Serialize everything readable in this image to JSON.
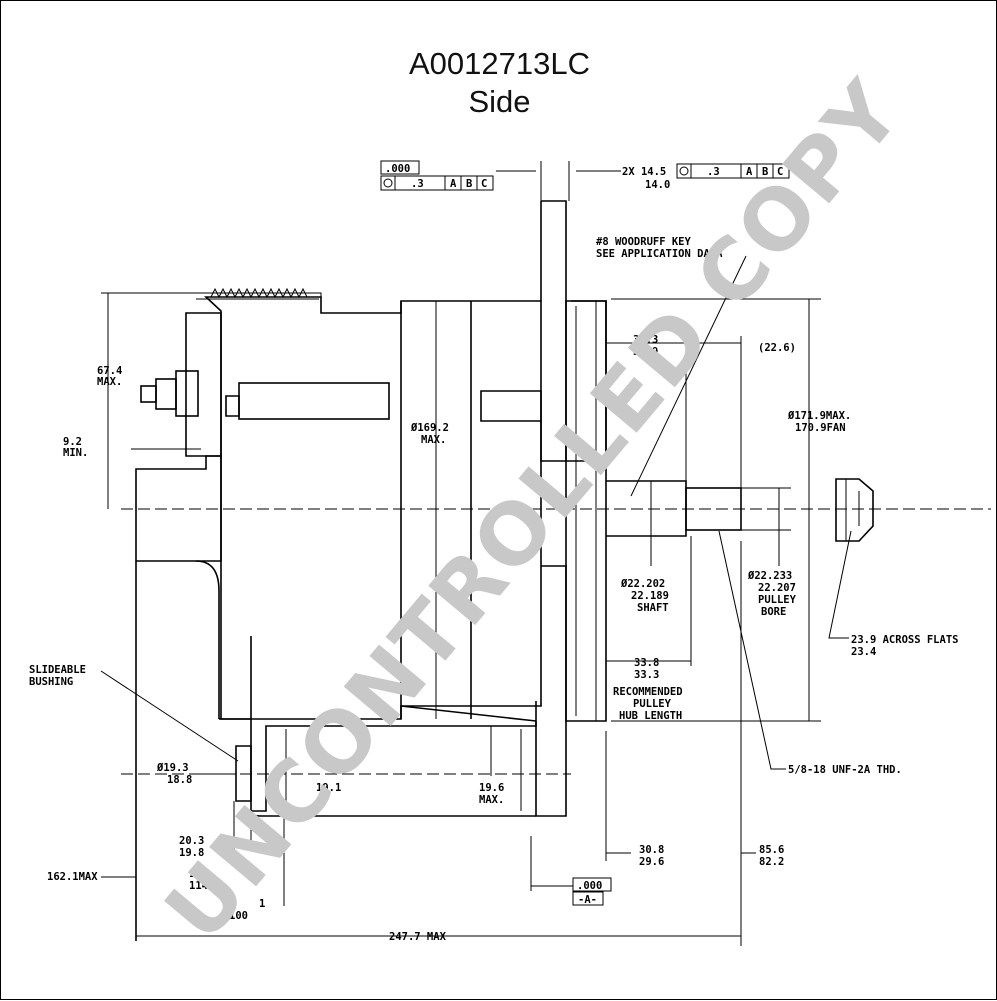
{
  "title": {
    "part_number": "A0012713LC",
    "view": "Side"
  },
  "watermark": "UNCONTROLLED COPY",
  "colors": {
    "line": "#000000",
    "watermark": "#c8c8c8",
    "background": "#ffffff"
  },
  "frames": {
    "top_left_tol": ".000",
    "top_left_pos": ".3",
    "datum_a": "A",
    "datum_b": "B",
    "datum_c": "C",
    "top_right_tol": ".3",
    "bottom_tol": ".000",
    "bottom_datum": "-A-"
  },
  "labels": {
    "mount_2x_top": "2X 14.5",
    "mount_2x_bot": "14.0",
    "woodruff_1": "#8 WOODRUFF KEY",
    "woodruff_2": "SEE APPLICATION DATA",
    "d67_top": "67.4",
    "d67_bot": "MAX.",
    "d92_top": "9.2",
    "d92_bot": "MIN.",
    "d169_top": "Ø169.2",
    "d169_bot": "MAX.",
    "d323_top": "32.3",
    "d323_bot": "30.9",
    "d226": "(22.6)",
    "d171_top": "Ø171.9MAX.",
    "d171_bot": "170.9FAN",
    "d222_top": "Ø22.202",
    "d222_mid": "22.189",
    "d222_bot": "SHAFT",
    "d2223_top": "Ø22.233",
    "d2223_mid": "22.207",
    "d2223_b1": "PULLEY",
    "d2223_b2": "BORE",
    "d239_top": "23.9 ACROSS FLATS",
    "d239_bot": "23.4",
    "d338_top": "33.8",
    "d338_bot": "33.3",
    "hub_1": "RECOMMENDED",
    "hub_2": "PULLEY",
    "hub_3": "HUB LENGTH",
    "thread": "5/8-18 UNF-2A THD.",
    "bushing_1": "SLIDEABLE",
    "bushing_2": "BUSHING",
    "d193_top": "Ø19.3",
    "d193_bot": "18.8",
    "d19_frag": "19.1",
    "d196_top": "19.6",
    "d196_bot": "MAX.",
    "d203_top": "20.3",
    "d203_bot": "19.8",
    "d11x_top": "11",
    "d11x_bot": "114",
    "d100_top": "1",
    "d100_bot": "100",
    "d308_top": "30.8",
    "d308_bot": "29.6",
    "d856_top": "85.6",
    "d856_bot": "82.2",
    "d162": "162.1MAX",
    "d247": "247.7 MAX"
  }
}
